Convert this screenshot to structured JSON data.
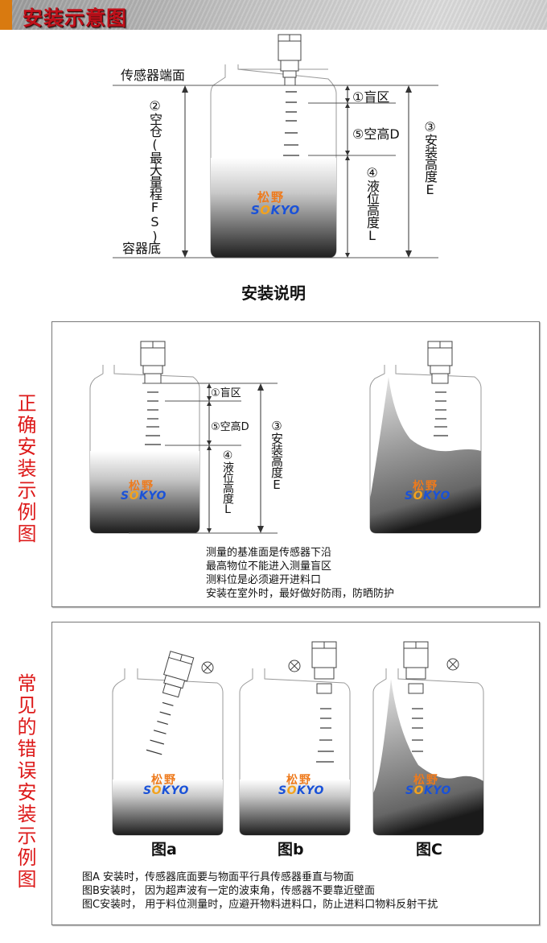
{
  "header": {
    "title": "安装示意图",
    "accent_color": "#d97a10",
    "title_color": "#c0101a"
  },
  "diagram": {
    "sensor_face_label": "传感器端面",
    "container_bottom_label": "容器底",
    "empty_bin_label": "②空仓(最大量程FS)",
    "blind_zone_label": "①盲区",
    "empty_height_label": "⑤空高D",
    "level_height_label": "④液位高度L",
    "install_height_label": "③安装高度E",
    "logo_cn": "松野",
    "logo_en": "SOKYO"
  },
  "section_title": "安装说明",
  "correct_panel": {
    "side_label": "正确安装示例图",
    "blind_zone_label": "①盲区",
    "empty_height_label": "⑤空高D",
    "level_height_label": "④液位高度L",
    "install_height_label": "③安装高度E",
    "notes": [
      "测量的基准面是传感器下沿",
      "最高物位不能进入测量盲区",
      "测料位是必须避开进料口",
      "安装在室外时，最好做好防雨，防晒防护"
    ]
  },
  "wrong_panel": {
    "side_label": "常见的错误安装示例图",
    "captions": [
      "图a",
      "图b",
      "图C"
    ],
    "notes": [
      "图A 安装时，传感器底面要与物面平行具传感器垂直与物面",
      "图B安装时， 因为超声波有一定的波束角，传感器不要靠近壁面",
      "图C安装时， 用于料位测量时，应避开物料进料口，防止进料口物料反射干扰"
    ]
  },
  "colors": {
    "side_label": "#dd1a1a",
    "logo_cn": "#ee7a1c",
    "logo_en": "#1a52d8"
  }
}
